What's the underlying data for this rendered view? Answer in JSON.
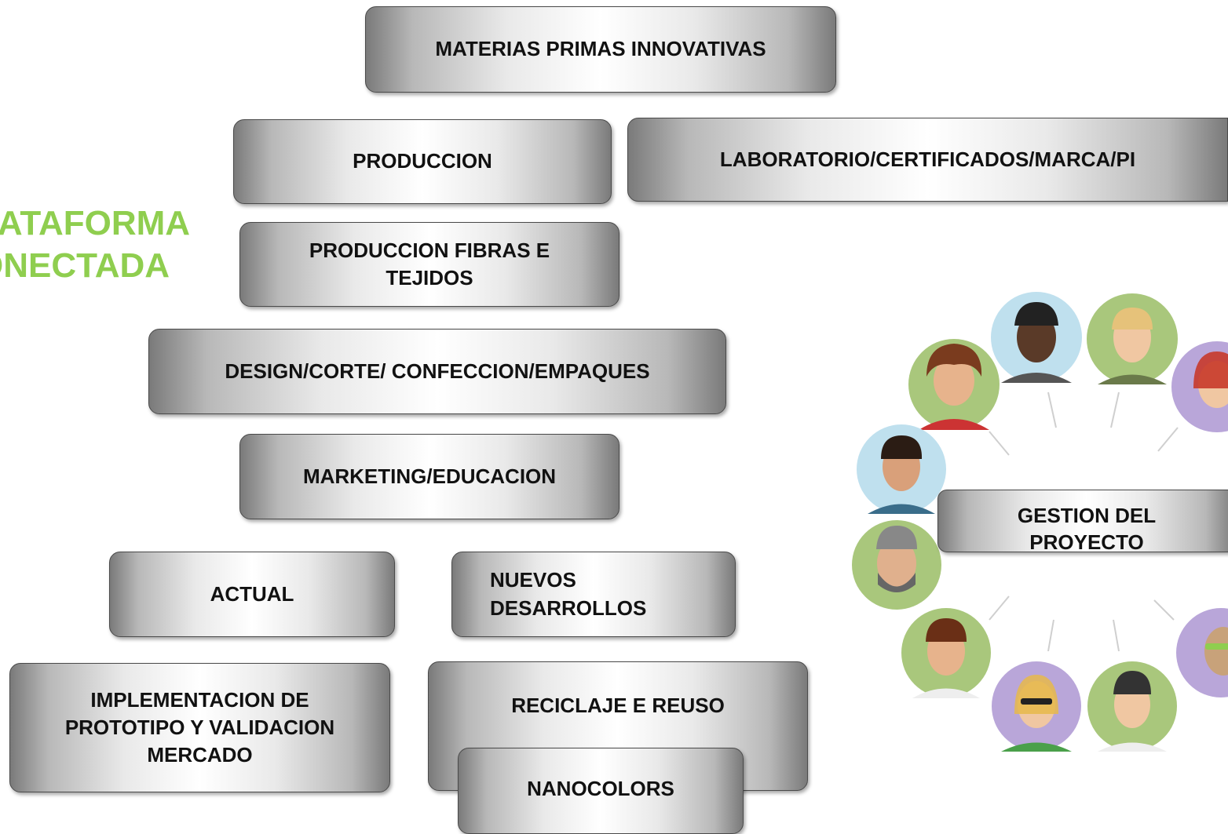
{
  "side_title": [
    "LATAFORMA",
    "ONECTADA"
  ],
  "nodes": {
    "materias": "MATERIAS PRIMAS  INNOVATIVAS",
    "produccion": "PRODUCCION",
    "laboratorio": "LABORATORIO/CERTIFICADOS/MARCA/PI",
    "fibras": [
      "PRODUCCION  FIBRAS E",
      "TEJIDOS"
    ],
    "design": "DESIGN/CORTE/ CONFECCION/EMPAQUES",
    "marketing": "MARKETING/EDUCACION",
    "actual": "ACTUAL",
    "nuevos": [
      "NUEVOS",
      "DESARROLLOS"
    ],
    "implementacion": [
      "IMPLEMENTACION  DE",
      "PROTOTIPO Y VALIDACION",
      "MERCADO"
    ],
    "reciclaje": "RECICLAJE E REUSO",
    "nanocolors": "NANOCOLORS",
    "gestion": [
      "GESTION DEL",
      "PROYECTO"
    ]
  },
  "colors": {
    "accent_green": "#8fce4f",
    "box_border": "#4a4a4a"
  }
}
